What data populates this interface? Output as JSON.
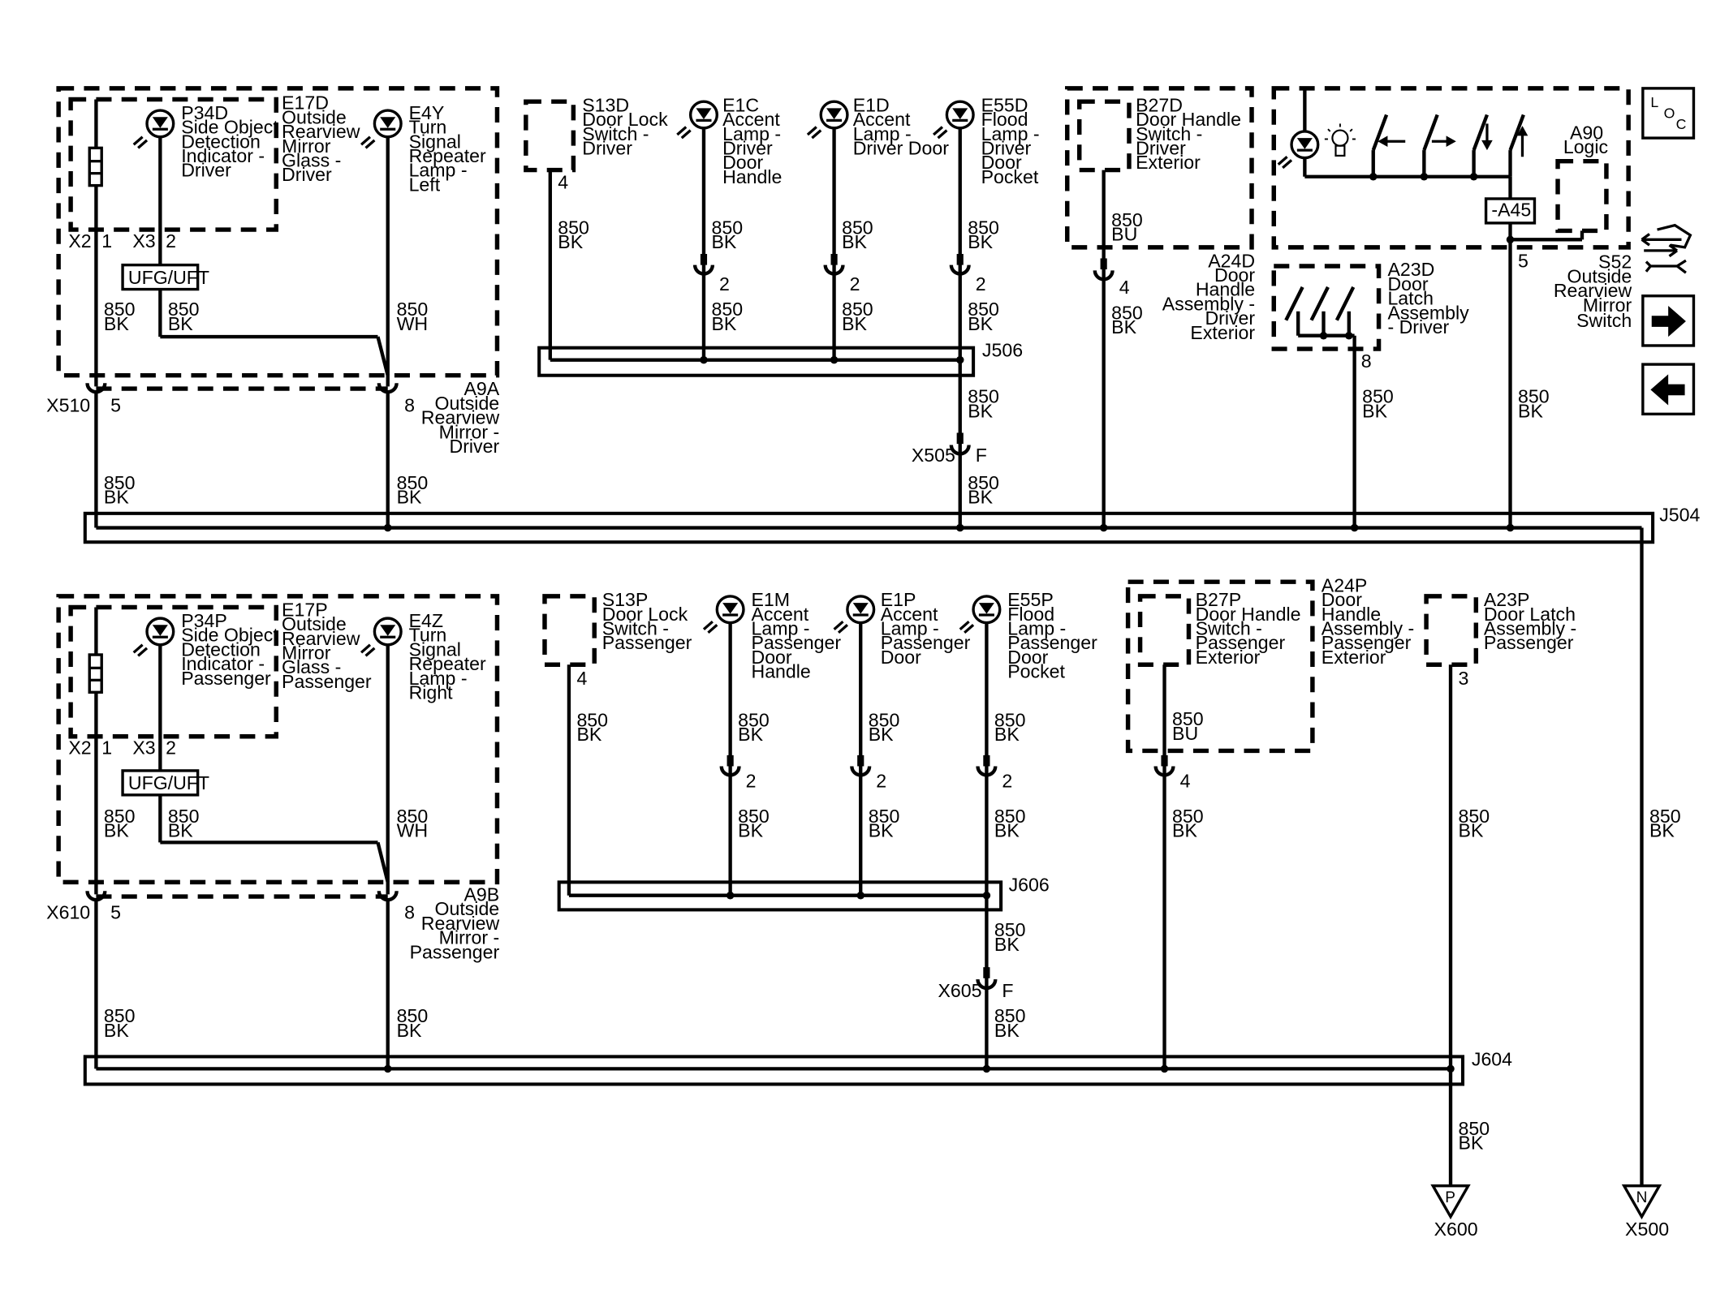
{
  "wire": {
    "gauge": "850",
    "bk": "BK",
    "bu": "BU",
    "wh": "WH"
  },
  "connectors": {
    "x2": "X2",
    "x3": "X3",
    "pin1": "1",
    "pin2": "2",
    "pin3": "3",
    "pin4": "4",
    "pin5": "5",
    "pin8": "8",
    "pinF": "F",
    "x510": "X510",
    "x505": "X505",
    "x610": "X610",
    "x605": "X605"
  },
  "ufg": "UFG/UFT",
  "splices": {
    "j506": "J506",
    "j504": "J504",
    "j606": "J606",
    "j604": "J604"
  },
  "driver": {
    "p34d": [
      "P34D",
      "Side Object",
      "Detection",
      "Indicator -",
      "Driver"
    ],
    "e17d": [
      "E17D",
      "Outside",
      "Rearview",
      "Mirror",
      "Glass -",
      "Driver"
    ],
    "e4y": [
      "E4Y",
      "Turn",
      "Signal",
      "Repeater",
      "Lamp -",
      "Left"
    ],
    "a9a": [
      "A9A",
      "Outside",
      "Rearview",
      "Mirror -",
      "Driver"
    ],
    "s13d": [
      "S13D",
      "Door Lock",
      "Switch -",
      "Driver"
    ],
    "e1c": [
      "E1C",
      "Accent",
      "Lamp -",
      "Driver",
      "Door",
      "Handle"
    ],
    "e1d": [
      "E1D",
      "Accent",
      "Lamp -",
      "Driver Door"
    ],
    "e55d": [
      "E55D",
      "Flood",
      "Lamp -",
      "Driver",
      "Door",
      "Pocket"
    ],
    "b27d": [
      "B27D",
      "Door Handle",
      "Switch -",
      "Driver",
      "Exterior"
    ],
    "a24d": [
      "A24D",
      "Door",
      "Handle",
      "Assembly -",
      "Driver",
      "Exterior"
    ],
    "a23d": [
      "A23D",
      "Door",
      "Latch",
      "Assembly",
      "- Driver"
    ],
    "a90": [
      "A90",
      "Logic"
    ],
    "a45": "-A45",
    "s52": [
      "S52",
      "Outside",
      "Rearview",
      "Mirror",
      "Switch"
    ],
    "loc": {
      "l": "L",
      "o": "O",
      "c": "C"
    }
  },
  "passenger": {
    "p34p": [
      "P34P",
      "Side Object",
      "Detection",
      "Indicator -",
      "Passenger"
    ],
    "e17p": [
      "E17P",
      "Outside",
      "Rearview",
      "Mirror",
      "Glass -",
      "Passenger"
    ],
    "e4z": [
      "E4Z",
      "Turn",
      "Signal",
      "Repeater",
      "Lamp -",
      "Right"
    ],
    "a9b": [
      "A9B",
      "Outside",
      "Rearview",
      "Mirror -",
      "Passenger"
    ],
    "s13p": [
      "S13P",
      "Door Lock",
      "Switch -",
      "Passenger"
    ],
    "e1m": [
      "E1M",
      "Accent",
      "Lamp -",
      "Passenger",
      "Door",
      "Handle"
    ],
    "e1p": [
      "E1P",
      "Accent",
      "Lamp -",
      "Passenger",
      "Door"
    ],
    "e55p": [
      "E55P",
      "Flood",
      "Lamp -",
      "Passenger",
      "Door",
      "Pocket"
    ],
    "b27p": [
      "B27P",
      "Door Handle",
      "Switch -",
      "Passenger",
      "Exterior"
    ],
    "a24p": [
      "A24P",
      "Door",
      "Handle",
      "Assembly -",
      "Passenger",
      "Exterior"
    ],
    "a23p": [
      "A23P",
      "Door Latch",
      "Assembly -",
      "Passenger"
    ]
  },
  "grounds": [
    {
      "letter": "P",
      "label": "X600"
    },
    {
      "letter": "N",
      "label": "X500"
    }
  ]
}
